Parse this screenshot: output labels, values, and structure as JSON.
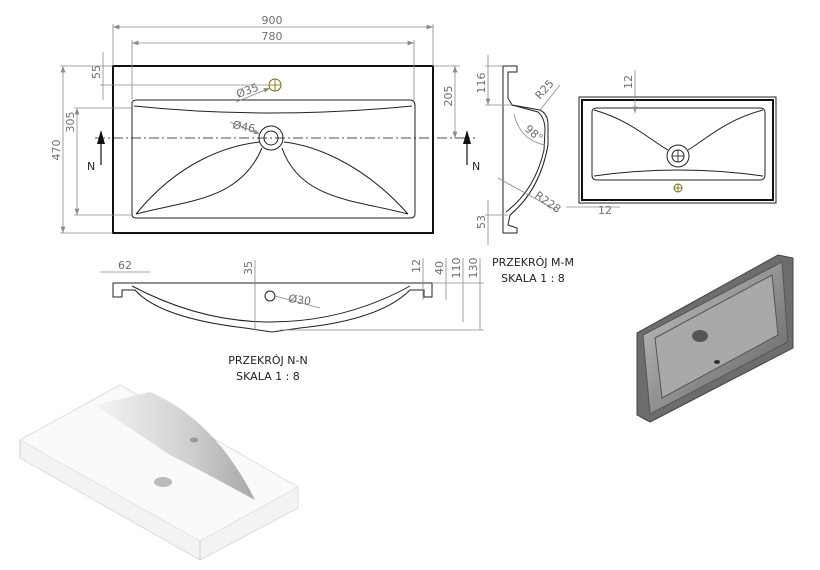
{
  "top_view": {
    "dims": {
      "width_total": "900",
      "width_basin": "780",
      "depth_total": "470",
      "depth_basin": "305",
      "tap_offset": "55",
      "drain_offset": "205",
      "tap_hole": "Ø35",
      "drain_hole": "Ø46"
    },
    "section_marker": "N"
  },
  "section_m": {
    "dims": {
      "top": "116",
      "bottom": "53",
      "radius_top": "R25",
      "angle": "98°",
      "radius_bowl": "R228"
    },
    "title": "PRZEKRÓJ M-M",
    "scale": "SKALA 1 : 8"
  },
  "bottom_view": {
    "dims": {
      "top_rim": "12",
      "side_rim": "12"
    }
  },
  "section_n": {
    "dims": {
      "rim": "62",
      "overflow": "35",
      "overflow_hole": "Ø30",
      "d12": "12",
      "d40": "40",
      "d110": "110",
      "d130": "130"
    },
    "title": "PRZEKRÓJ N-N",
    "scale": "SKALA 1 : 8"
  },
  "colors": {
    "line": "#111111",
    "dimension": "#8a8a8a",
    "render_grey": "#7d7d7d"
  }
}
